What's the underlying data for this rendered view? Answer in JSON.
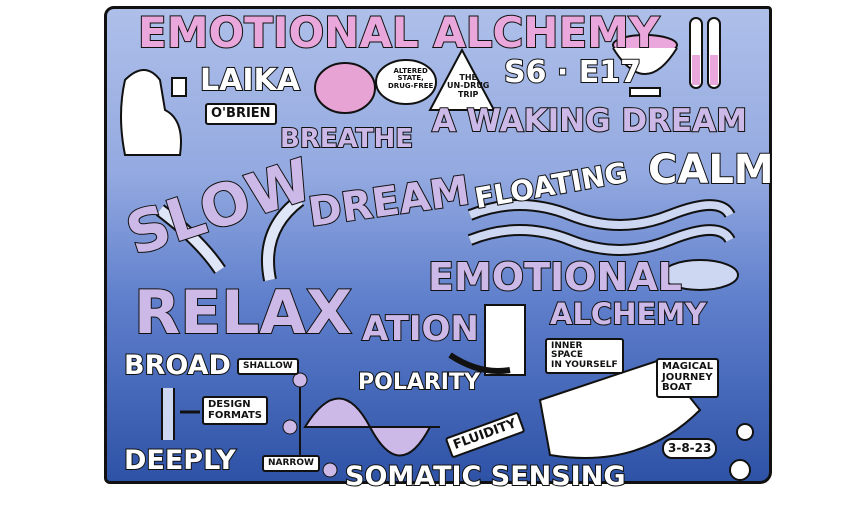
{
  "title": "EMOTIONAL ALCHEMY",
  "guest": {
    "first": "LAIKA",
    "last": "O'BRIEN"
  },
  "episode": "S6 · E17",
  "altered_state": "ALTERED\nSTATE,\nDRUG-FREE",
  "undrug_trip": "THE\nUN-DRUG\nTRIP",
  "words": {
    "slow": "SLOW",
    "breathe": "BREATHE",
    "waking_dream": "A WAKING DREAM",
    "dream": "DREAM",
    "floating": "FLOATING",
    "calm": "CALM",
    "emotional": "EMOTIONAL",
    "alchemy": "ALCHEMY",
    "relax": "RELAX",
    "ation": "ATION",
    "broad": "BROAD",
    "shallow": "SHALLOW",
    "design_formats": "DESIGN\nFORMATS",
    "deeply": "DEEPLY",
    "narrow": "NARROW",
    "polarity": "POLARITY",
    "fluidity": "FLUIDITY",
    "somatic_sensing": "SOMATIC SENSING",
    "inner_space": "INNER\nSPACE\nIN YOURSELF",
    "magical_boat": "MAGICAL\nJOURNEY\nBOAT"
  },
  "date": "3-8-23",
  "colors": {
    "title": "#eaa7dc",
    "lavender": "#cdb9e8",
    "bg_top": "#aebfe9",
    "bg_bottom": "#2e52a6"
  }
}
